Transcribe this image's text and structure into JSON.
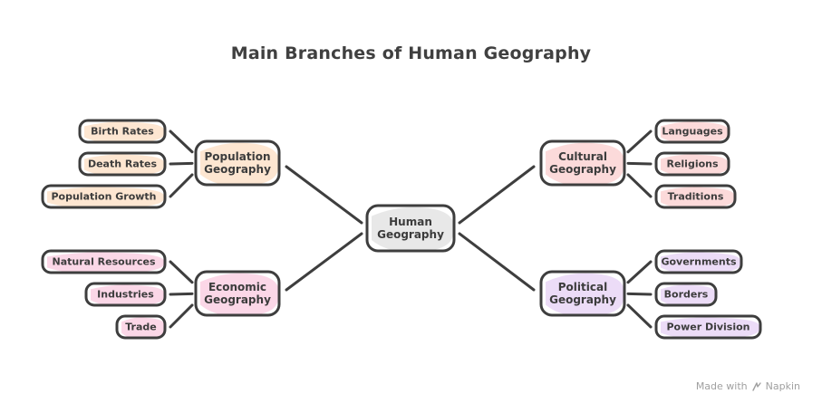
{
  "title": "Main Branches of Human Geography",
  "center": {
    "label_lines": [
      "Human",
      "Geography"
    ],
    "fill": "#e6e6e6"
  },
  "branches": [
    {
      "id": "population",
      "label_lines": [
        "Population",
        "Geography"
      ],
      "fill": "#fde3cc",
      "leaf_fill": "#fde3cc",
      "leaves": [
        "Birth Rates",
        "Death Rates",
        "Population Growth"
      ]
    },
    {
      "id": "economic",
      "label_lines": [
        "Economic",
        "Geography"
      ],
      "fill": "#fbd3e4",
      "leaf_fill": "#fbd3e4",
      "leaves": [
        "Natural Resources",
        "Industries",
        "Trade"
      ]
    },
    {
      "id": "cultural",
      "label_lines": [
        "Cultural",
        "Geography"
      ],
      "fill": "#fcd6d6",
      "leaf_fill": "#fcd6d6",
      "leaves": [
        "Languages",
        "Religions",
        "Traditions"
      ]
    },
    {
      "id": "political",
      "label_lines": [
        "Political",
        "Geography"
      ],
      "fill": "#ead8f6",
      "leaf_fill": "#ead8f6",
      "leaves": [
        "Governments",
        "Borders",
        "Power Division"
      ]
    }
  ],
  "colors": {
    "stroke": "#3e3e3e",
    "credit": "#a0a0a0"
  },
  "credit": {
    "prefix": "Made with",
    "brand": "Napkin",
    "icon": "napkin-logo-icon"
  }
}
